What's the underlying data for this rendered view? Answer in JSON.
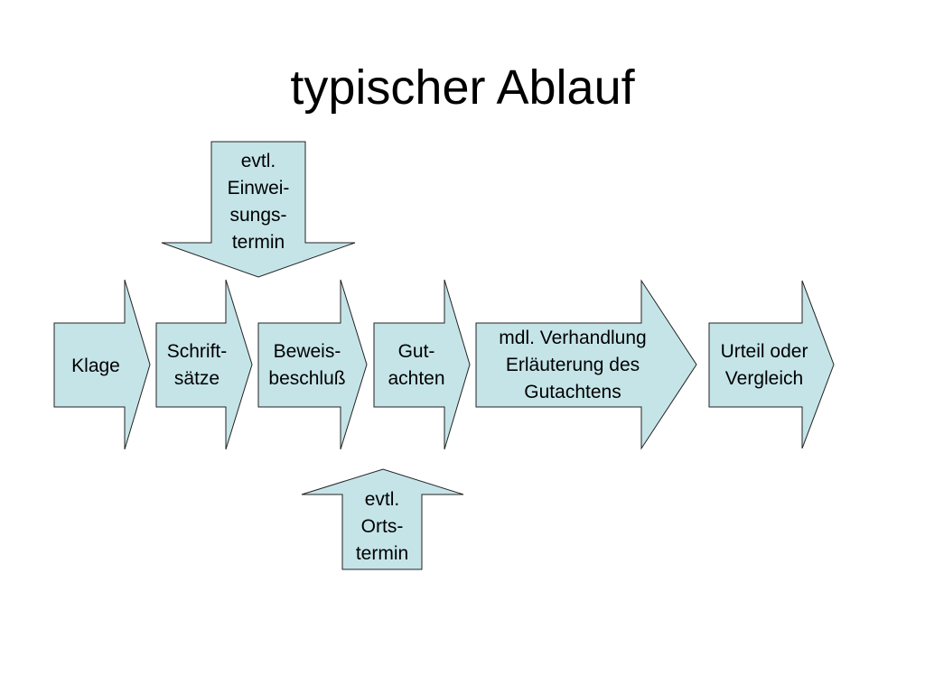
{
  "title": "typischer Ablauf",
  "colors": {
    "shape_fill": "#c5e4e8",
    "shape_stroke": "#222222",
    "text": "#000000",
    "background": "#ffffff"
  },
  "steps": [
    {
      "id": "klage",
      "lines": [
        "Klage"
      ]
    },
    {
      "id": "schriftsaetze",
      "lines": [
        "Schrift-",
        "sätze"
      ]
    },
    {
      "id": "beweisbeschluss",
      "lines": [
        "Beweis-",
        "beschluß"
      ]
    },
    {
      "id": "gutachten",
      "lines": [
        "Gut-",
        "achten"
      ]
    },
    {
      "id": "verhandlung",
      "lines": [
        "mdl. Verhandlung",
        "Erläuterung des",
        "Gutachtens"
      ]
    },
    {
      "id": "urteil",
      "lines": [
        "Urteil oder",
        "Vergleich"
      ]
    }
  ],
  "callouts": {
    "einweisung": {
      "lines": [
        "evtl.",
        "Einwei-",
        "sungs-",
        "termin"
      ]
    },
    "ortstermin": {
      "lines": [
        "evtl.",
        "Orts-",
        "termin"
      ]
    }
  }
}
